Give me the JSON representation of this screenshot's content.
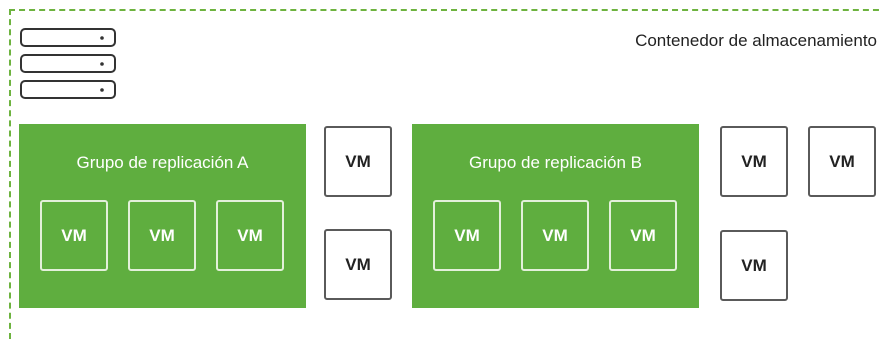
{
  "storage_container": {
    "title": "Contenedor de almacenamiento",
    "icon": "storage-array-icon",
    "border_color": "#6db33f"
  },
  "replication_groups": [
    {
      "title": "Grupo de replicación A",
      "vms": [
        "VM",
        "VM",
        "VM"
      ]
    },
    {
      "title": "Grupo de replicación B",
      "vms": [
        "VM",
        "VM",
        "VM"
      ]
    }
  ],
  "standalone_vms": [
    "VM",
    "VM",
    "VM",
    "VM",
    "VM"
  ],
  "colors": {
    "group_fill": "#5fae3f",
    "vm_outline": "#5a5a5a"
  }
}
